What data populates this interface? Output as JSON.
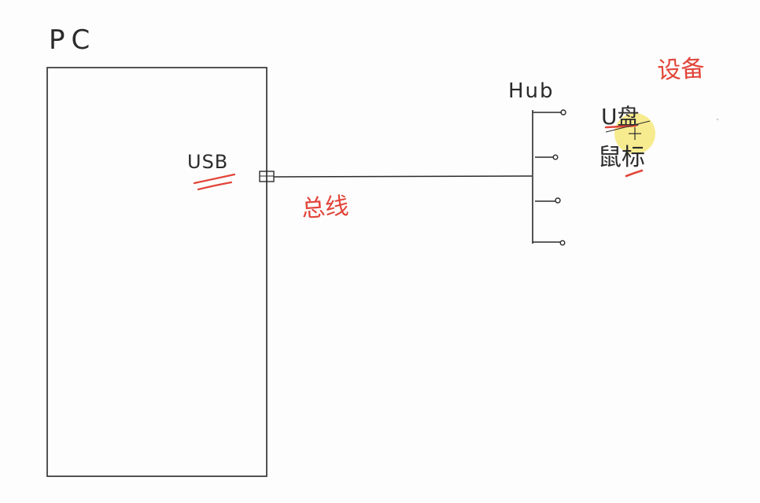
{
  "diagram": {
    "pc_label": "PC",
    "usb_label": "USB",
    "bus_label": "总线",
    "hub_label": "Hub",
    "device_label": "设备",
    "u_disk_label": "U盘",
    "mouse_label": "鼠标",
    "hub_port_count": 4
  },
  "colors": {
    "ink": "#2b2b2b",
    "annotation_red": "#e2453a",
    "cursor_highlight": "#f4e46a",
    "background": "#fdfdfd"
  },
  "icons": {
    "cursor": "crosshair-cursor-icon"
  }
}
